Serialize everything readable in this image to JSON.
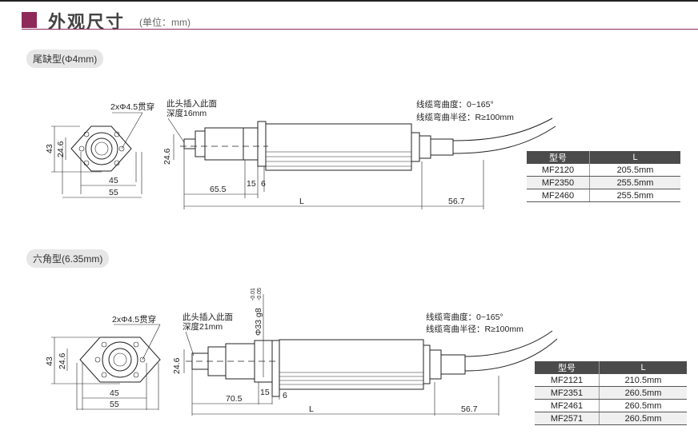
{
  "header": {
    "title": "外观尺寸",
    "unit": "(单位：mm)",
    "accent": "#8e2a5a"
  },
  "sections": [
    {
      "type_label": "尾缺型(Φ4mm)",
      "hole_note": "2xΦ4.5贯穿",
      "insert_note_1": "此头插入此面",
      "insert_note_2": "深度16mm",
      "cable_note_1": "线缆弯曲度：0~165°",
      "cable_note_2": "线缆弯曲半径：R≥100mm",
      "dims": {
        "h43": "43",
        "h246": "24.6",
        "w45": "45",
        "w55": "55",
        "side_h": "24.6",
        "a": "65.5",
        "b": "15",
        "c": "6",
        "L": "L",
        "tail": "56.7"
      },
      "table": {
        "headers": [
          "型号",
          "L"
        ],
        "rows": [
          [
            "MF2120",
            "205.5mm"
          ],
          [
            "MF2350",
            "255.5mm"
          ],
          [
            "MF2460",
            "255.5mm"
          ]
        ]
      }
    },
    {
      "type_label": "六角型(6.35mm)",
      "hole_note": "2xΦ4.5贯穿",
      "insert_note_1": "此头插入此面",
      "insert_note_2": "深度21mm",
      "cable_note_1": "线缆弯曲度：0~165°",
      "cable_note_2": "线缆弯曲半径：R≥100mm",
      "diameter": "Φ33 g8",
      "tol_upper": "-0.01",
      "tol_lower": "-0.05",
      "dims": {
        "h43": "43",
        "h246": "24.6",
        "w45": "45",
        "w55": "55",
        "side_h": "24.6",
        "a": "70.5",
        "b": "15",
        "c": "6",
        "L": "L",
        "tail": "56.7"
      },
      "table": {
        "headers": [
          "型号",
          "L"
        ],
        "rows": [
          [
            "MF2121",
            "210.5mm"
          ],
          [
            "MF2351",
            "260.5mm"
          ],
          [
            "MF2461",
            "260.5mm"
          ],
          [
            "MF2571",
            "260.5mm"
          ]
        ]
      }
    }
  ]
}
